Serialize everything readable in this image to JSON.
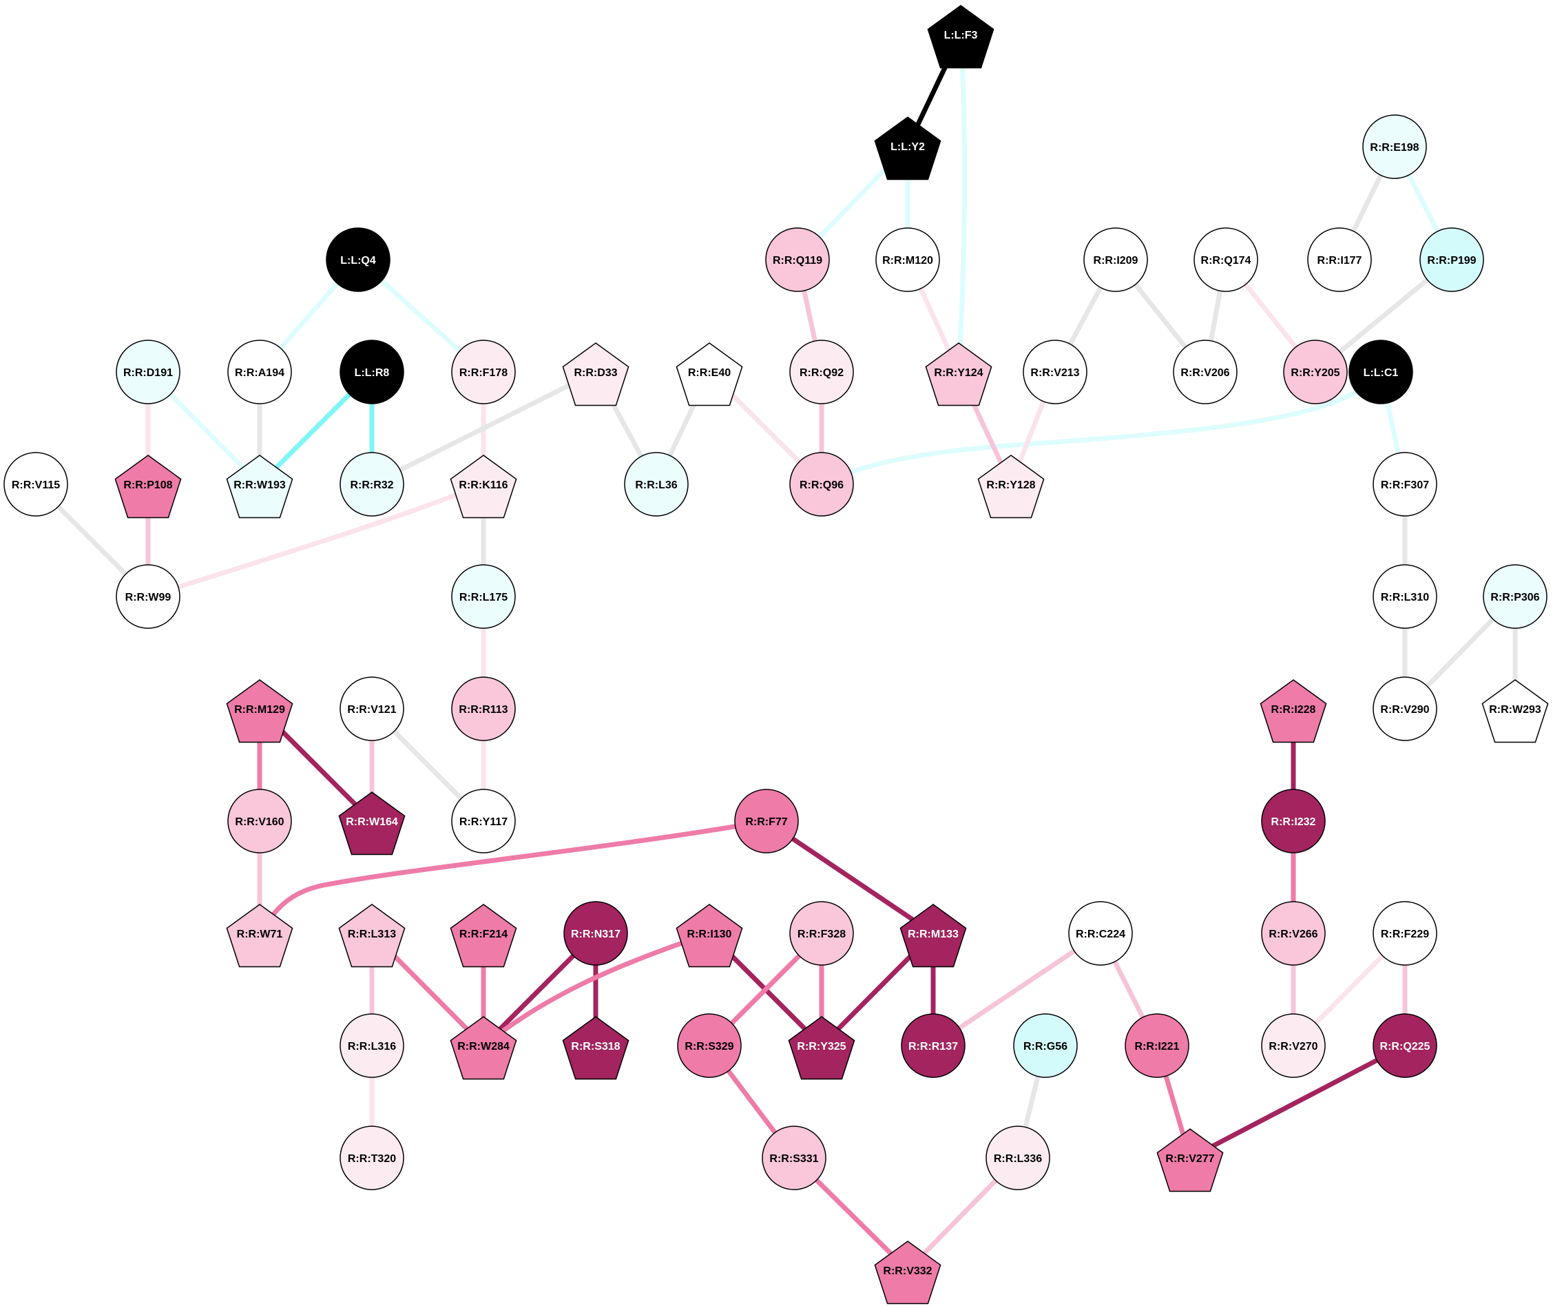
{
  "colors": {
    "black": "#000000",
    "white": "#ffffff",
    "cyan_light": "#ebfdfd",
    "cyan": "#d4fbfb",
    "pink_pale": "#fdebf2",
    "pink_light": "#f9c6da",
    "pink": "#ee7ba8",
    "magenta": "#a3245e",
    "edge_gray": "#e6e6e6",
    "edge_cyan_faint": "#ddfdfd",
    "edge_cyan": "#7ff5f5",
    "edge_pink_faint": "#fbe3ec",
    "edge_pink_light": "#f6c4d8"
  },
  "nodes": [
    {
      "id": "LF3",
      "label": "L:L:F3",
      "shape": "pentagon",
      "fill": "black"
    },
    {
      "id": "LY2",
      "label": "L:L:Y2",
      "shape": "pentagon",
      "fill": "black"
    },
    {
      "id": "LQ4",
      "label": "L:L:Q4",
      "shape": "circle",
      "fill": "black"
    },
    {
      "id": "LR8",
      "label": "L:L:R8",
      "shape": "circle",
      "fill": "black"
    },
    {
      "id": "LC1",
      "label": "L:L:C1",
      "shape": "circle",
      "fill": "black"
    },
    {
      "id": "E198",
      "label": "R:R:E198",
      "shape": "circle",
      "fill": "cyan_light"
    },
    {
      "id": "Q119",
      "label": "R:R:Q119",
      "shape": "circle",
      "fill": "pink_light"
    },
    {
      "id": "M120",
      "label": "R:R:M120",
      "shape": "circle",
      "fill": "white"
    },
    {
      "id": "I209",
      "label": "R:R:I209",
      "shape": "circle",
      "fill": "white"
    },
    {
      "id": "Q174",
      "label": "R:R:Q174",
      "shape": "circle",
      "fill": "white"
    },
    {
      "id": "I177",
      "label": "R:R:I177",
      "shape": "circle",
      "fill": "white"
    },
    {
      "id": "P199",
      "label": "R:R:P199",
      "shape": "circle",
      "fill": "cyan"
    },
    {
      "id": "D191",
      "label": "R:R:D191",
      "shape": "circle",
      "fill": "cyan_light"
    },
    {
      "id": "A194",
      "label": "R:R:A194",
      "shape": "circle",
      "fill": "white"
    },
    {
      "id": "F178",
      "label": "R:R:F178",
      "shape": "circle",
      "fill": "pink_pale"
    },
    {
      "id": "D33",
      "label": "R:R:D33",
      "shape": "pentagon",
      "fill": "pink_pale"
    },
    {
      "id": "E40",
      "label": "R:R:E40",
      "shape": "pentagon",
      "fill": "white"
    },
    {
      "id": "Q92",
      "label": "R:R:Q92",
      "shape": "circle",
      "fill": "pink_pale"
    },
    {
      "id": "Y124",
      "label": "R:R:Y124",
      "shape": "pentagon",
      "fill": "pink_light"
    },
    {
      "id": "V213",
      "label": "R:R:V213",
      "shape": "circle",
      "fill": "white"
    },
    {
      "id": "V206",
      "label": "R:R:V206",
      "shape": "circle",
      "fill": "white"
    },
    {
      "id": "Y205",
      "label": "R:R:Y205",
      "shape": "circle",
      "fill": "pink_light"
    },
    {
      "id": "V115",
      "label": "R:R:V115",
      "shape": "circle",
      "fill": "white"
    },
    {
      "id": "P108",
      "label": "R:R:P108",
      "shape": "pentagon",
      "fill": "pink"
    },
    {
      "id": "W193",
      "label": "R:R:W193",
      "shape": "pentagon",
      "fill": "cyan_light"
    },
    {
      "id": "R32",
      "label": "R:R:R32",
      "shape": "circle",
      "fill": "cyan_light"
    },
    {
      "id": "K116",
      "label": "R:R:K116",
      "shape": "pentagon",
      "fill": "pink_pale"
    },
    {
      "id": "L36",
      "label": "R:R:L36",
      "shape": "circle",
      "fill": "cyan_light"
    },
    {
      "id": "Q96",
      "label": "R:R:Q96",
      "shape": "circle",
      "fill": "pink_light"
    },
    {
      "id": "Y128",
      "label": "R:R:Y128",
      "shape": "pentagon",
      "fill": "pink_pale"
    },
    {
      "id": "F307",
      "label": "R:R:F307",
      "shape": "circle",
      "fill": "white"
    },
    {
      "id": "W99",
      "label": "R:R:W99",
      "shape": "circle",
      "fill": "white"
    },
    {
      "id": "L175",
      "label": "R:R:L175",
      "shape": "circle",
      "fill": "cyan_light"
    },
    {
      "id": "L310",
      "label": "R:R:L310",
      "shape": "circle",
      "fill": "white"
    },
    {
      "id": "P306",
      "label": "R:R:P306",
      "shape": "circle",
      "fill": "cyan_light"
    },
    {
      "id": "M129",
      "label": "R:R:M129",
      "shape": "pentagon",
      "fill": "pink"
    },
    {
      "id": "V121",
      "label": "R:R:V121",
      "shape": "circle",
      "fill": "white"
    },
    {
      "id": "R113",
      "label": "R:R:R113",
      "shape": "circle",
      "fill": "pink_light"
    },
    {
      "id": "I228",
      "label": "R:R:I228",
      "shape": "pentagon",
      "fill": "pink"
    },
    {
      "id": "V290",
      "label": "R:R:V290",
      "shape": "circle",
      "fill": "white"
    },
    {
      "id": "W293",
      "label": "R:R:W293",
      "shape": "pentagon",
      "fill": "white"
    },
    {
      "id": "V160",
      "label": "R:R:V160",
      "shape": "circle",
      "fill": "pink_light"
    },
    {
      "id": "W164",
      "label": "R:R:W164",
      "shape": "pentagon",
      "fill": "magenta"
    },
    {
      "id": "Y117",
      "label": "R:R:Y117",
      "shape": "circle",
      "fill": "white"
    },
    {
      "id": "F77",
      "label": "R:R:F77",
      "shape": "circle",
      "fill": "pink"
    },
    {
      "id": "I232",
      "label": "R:R:I232",
      "shape": "circle",
      "fill": "magenta"
    },
    {
      "id": "W71",
      "label": "R:R:W71",
      "shape": "pentagon",
      "fill": "pink_light"
    },
    {
      "id": "L313",
      "label": "R:R:L313",
      "shape": "pentagon",
      "fill": "pink_light"
    },
    {
      "id": "F214",
      "label": "R:R:F214",
      "shape": "pentagon",
      "fill": "pink"
    },
    {
      "id": "N317",
      "label": "R:R:N317",
      "shape": "circle",
      "fill": "magenta"
    },
    {
      "id": "I130",
      "label": "R:R:I130",
      "shape": "pentagon",
      "fill": "pink"
    },
    {
      "id": "F328",
      "label": "R:R:F328",
      "shape": "circle",
      "fill": "pink_light"
    },
    {
      "id": "M133",
      "label": "R:R:M133",
      "shape": "pentagon",
      "fill": "magenta"
    },
    {
      "id": "C224",
      "label": "R:R:C224",
      "shape": "circle",
      "fill": "white"
    },
    {
      "id": "V266",
      "label": "R:R:V266",
      "shape": "circle",
      "fill": "pink_light"
    },
    {
      "id": "F229",
      "label": "R:R:F229",
      "shape": "circle",
      "fill": "white"
    },
    {
      "id": "L316",
      "label": "R:R:L316",
      "shape": "circle",
      "fill": "pink_pale"
    },
    {
      "id": "W284",
      "label": "R:R:W284",
      "shape": "pentagon",
      "fill": "pink"
    },
    {
      "id": "S318",
      "label": "R:R:S318",
      "shape": "pentagon",
      "fill": "magenta"
    },
    {
      "id": "S329",
      "label": "R:R:S329",
      "shape": "circle",
      "fill": "pink"
    },
    {
      "id": "Y325",
      "label": "R:R:Y325",
      "shape": "pentagon",
      "fill": "magenta"
    },
    {
      "id": "R137",
      "label": "R:R:R137",
      "shape": "circle",
      "fill": "magenta"
    },
    {
      "id": "G56",
      "label": "R:R:G56",
      "shape": "circle",
      "fill": "cyan"
    },
    {
      "id": "I221",
      "label": "R:R:I221",
      "shape": "circle",
      "fill": "pink"
    },
    {
      "id": "V270",
      "label": "R:R:V270",
      "shape": "circle",
      "fill": "pink_pale"
    },
    {
      "id": "Q225",
      "label": "R:R:Q225",
      "shape": "circle",
      "fill": "magenta"
    },
    {
      "id": "T320",
      "label": "R:R:T320",
      "shape": "circle",
      "fill": "pink_pale"
    },
    {
      "id": "S331",
      "label": "R:R:S331",
      "shape": "circle",
      "fill": "pink_light"
    },
    {
      "id": "L336",
      "label": "R:R:L336",
      "shape": "circle",
      "fill": "pink_pale"
    },
    {
      "id": "V277",
      "label": "R:R:V277",
      "shape": "pentagon",
      "fill": "pink"
    },
    {
      "id": "V332",
      "label": "R:R:V332",
      "shape": "pentagon",
      "fill": "pink"
    }
  ],
  "edges": [
    {
      "from": "LF3",
      "to": "LY2",
      "color": "black"
    },
    {
      "from": "LF3",
      "to": "Y124",
      "color": "edge_cyan_faint"
    },
    {
      "from": "LY2",
      "to": "Q119",
      "color": "edge_cyan_faint"
    },
    {
      "from": "LY2",
      "to": "M120",
      "color": "edge_cyan_faint"
    },
    {
      "from": "LQ4",
      "to": "A194",
      "color": "edge_cyan_faint"
    },
    {
      "from": "LQ4",
      "to": "F178",
      "color": "edge_cyan_faint"
    },
    {
      "from": "LR8",
      "to": "W193",
      "color": "edge_cyan"
    },
    {
      "from": "LR8",
      "to": "R32",
      "color": "edge_cyan"
    },
    {
      "from": "LC1",
      "to": "Q96",
      "color": "edge_cyan_faint"
    },
    {
      "from": "LC1",
      "to": "F307",
      "color": "edge_cyan_faint"
    },
    {
      "from": "E198",
      "to": "I177",
      "color": "edge_gray"
    },
    {
      "from": "E198",
      "to": "P199",
      "color": "edge_cyan_faint"
    },
    {
      "from": "P199",
      "to": "Y205",
      "color": "edge_gray"
    },
    {
      "from": "Q119",
      "to": "Q92",
      "color": "edge_pink_light"
    },
    {
      "from": "M120",
      "to": "Y124",
      "color": "edge_pink_faint"
    },
    {
      "from": "I209",
      "to": "V213",
      "color": "edge_gray"
    },
    {
      "from": "I209",
      "to": "V206",
      "color": "edge_gray"
    },
    {
      "from": "Q174",
      "to": "V206",
      "color": "edge_gray"
    },
    {
      "from": "Q174",
      "to": "Y205",
      "color": "edge_pink_faint"
    },
    {
      "from": "D191",
      "to": "P108",
      "color": "edge_pink_faint"
    },
    {
      "from": "D191",
      "to": "W193",
      "color": "edge_cyan_faint"
    },
    {
      "from": "A194",
      "to": "W193",
      "color": "edge_gray"
    },
    {
      "from": "F178",
      "to": "K116",
      "color": "edge_pink_faint"
    },
    {
      "from": "D33",
      "to": "R32",
      "color": "edge_gray"
    },
    {
      "from": "D33",
      "to": "L36",
      "color": "edge_gray"
    },
    {
      "from": "E40",
      "to": "L36",
      "color": "edge_gray"
    },
    {
      "from": "E40",
      "to": "Q96",
      "color": "edge_pink_faint"
    },
    {
      "from": "Q92",
      "to": "Q96",
      "color": "edge_pink_light"
    },
    {
      "from": "Y124",
      "to": "Y128",
      "color": "edge_pink_light"
    },
    {
      "from": "V213",
      "to": "Y128",
      "color": "edge_pink_faint"
    },
    {
      "from": "V115",
      "to": "W99",
      "color": "edge_gray"
    },
    {
      "from": "P108",
      "to": "W99",
      "color": "edge_pink_light"
    },
    {
      "from": "K116",
      "to": "W99",
      "color": "edge_pink_faint"
    },
    {
      "from": "K116",
      "to": "L175",
      "color": "edge_gray"
    },
    {
      "from": "L175",
      "to": "R113",
      "color": "edge_pink_faint"
    },
    {
      "from": "R113",
      "to": "Y117",
      "color": "edge_pink_faint"
    },
    {
      "from": "F307",
      "to": "L310",
      "color": "edge_gray"
    },
    {
      "from": "L310",
      "to": "V290",
      "color": "edge_gray"
    },
    {
      "from": "P306",
      "to": "V290",
      "color": "edge_gray"
    },
    {
      "from": "P306",
      "to": "W293",
      "color": "edge_gray"
    },
    {
      "from": "M129",
      "to": "V160",
      "color": "pink"
    },
    {
      "from": "M129",
      "to": "W164",
      "color": "magenta"
    },
    {
      "from": "V121",
      "to": "W164",
      "color": "edge_pink_light"
    },
    {
      "from": "V121",
      "to": "Y117",
      "color": "edge_gray"
    },
    {
      "from": "V160",
      "to": "W71",
      "color": "edge_pink_light"
    },
    {
      "from": "F77",
      "to": "W71",
      "color": "pink"
    },
    {
      "from": "F77",
      "to": "M133",
      "color": "magenta"
    },
    {
      "from": "I228",
      "to": "I232",
      "color": "magenta"
    },
    {
      "from": "I232",
      "to": "V266",
      "color": "pink"
    },
    {
      "from": "V266",
      "to": "V270",
      "color": "edge_pink_light"
    },
    {
      "from": "F229",
      "to": "V270",
      "color": "edge_pink_faint"
    },
    {
      "from": "F229",
      "to": "Q225",
      "color": "edge_pink_light"
    },
    {
      "from": "L313",
      "to": "L316",
      "color": "edge_pink_light"
    },
    {
      "from": "L313",
      "to": "W284",
      "color": "pink"
    },
    {
      "from": "F214",
      "to": "W284",
      "color": "pink"
    },
    {
      "from": "N317",
      "to": "W284",
      "color": "magenta"
    },
    {
      "from": "N317",
      "to": "S318",
      "color": "magenta"
    },
    {
      "from": "I130",
      "to": "W284",
      "color": "pink"
    },
    {
      "from": "I130",
      "to": "Y325",
      "color": "magenta"
    },
    {
      "from": "F328",
      "to": "S329",
      "color": "pink"
    },
    {
      "from": "F328",
      "to": "Y325",
      "color": "pink"
    },
    {
      "from": "M133",
      "to": "Y325",
      "color": "magenta"
    },
    {
      "from": "M133",
      "to": "R137",
      "color": "magenta"
    },
    {
      "from": "C224",
      "to": "R137",
      "color": "edge_pink_light"
    },
    {
      "from": "C224",
      "to": "I221",
      "color": "edge_pink_light"
    },
    {
      "from": "L316",
      "to": "T320",
      "color": "edge_pink_faint"
    },
    {
      "from": "S329",
      "to": "S331",
      "color": "pink"
    },
    {
      "from": "S331",
      "to": "V332",
      "color": "pink"
    },
    {
      "from": "G56",
      "to": "L336",
      "color": "edge_gray"
    },
    {
      "from": "L336",
      "to": "V332",
      "color": "edge_pink_light"
    },
    {
      "from": "I221",
      "to": "V277",
      "color": "pink"
    },
    {
      "from": "Q225",
      "to": "V277",
      "color": "magenta"
    }
  ]
}
